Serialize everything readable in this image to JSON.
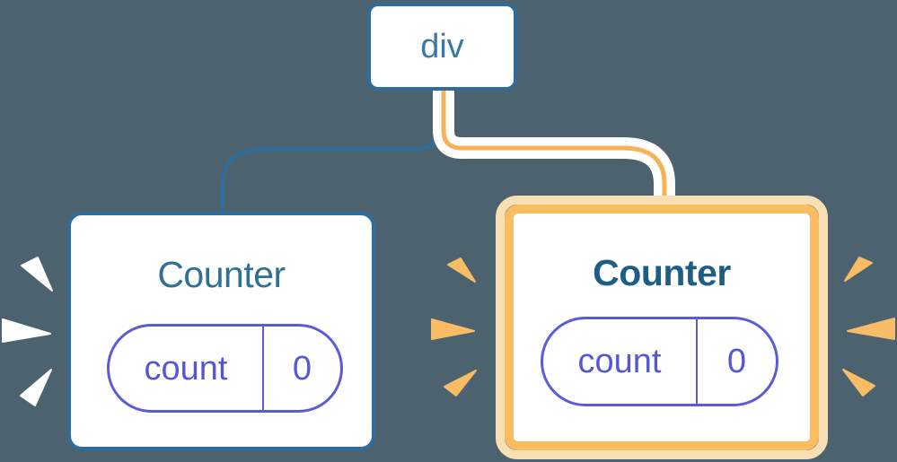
{
  "diagram": {
    "description": "React component tree: a div root with two Counter children; the right Counter is highlighted as updated",
    "background_color": "#4C636F",
    "root_node": {
      "label": "div"
    },
    "children": [
      {
        "label": "Counter",
        "highlighted": false,
        "state": {
          "key": "count",
          "value": "0"
        },
        "burst_color": "#FFFFFF"
      },
      {
        "label": "Counter",
        "highlighted": true,
        "state": {
          "key": "count",
          "value": "0"
        },
        "burst_color": "#F8BC64"
      }
    ],
    "colors": {
      "node_border_blue": "#2E6D9B",
      "root_label_blue": "#3B7AA6",
      "counter_title_blue": "#2F7095",
      "counter_title_dark_blue": "#1E5E86",
      "state_purple": "#5558D6",
      "state_border_purple": "#5B5CD9",
      "highlight_ring_orange": "#FABD62",
      "highlight_ring_light": "#F8DFB4",
      "edge_highlight_orange": "#F7B156",
      "edge_outline_white": "#FFFFFF"
    }
  }
}
